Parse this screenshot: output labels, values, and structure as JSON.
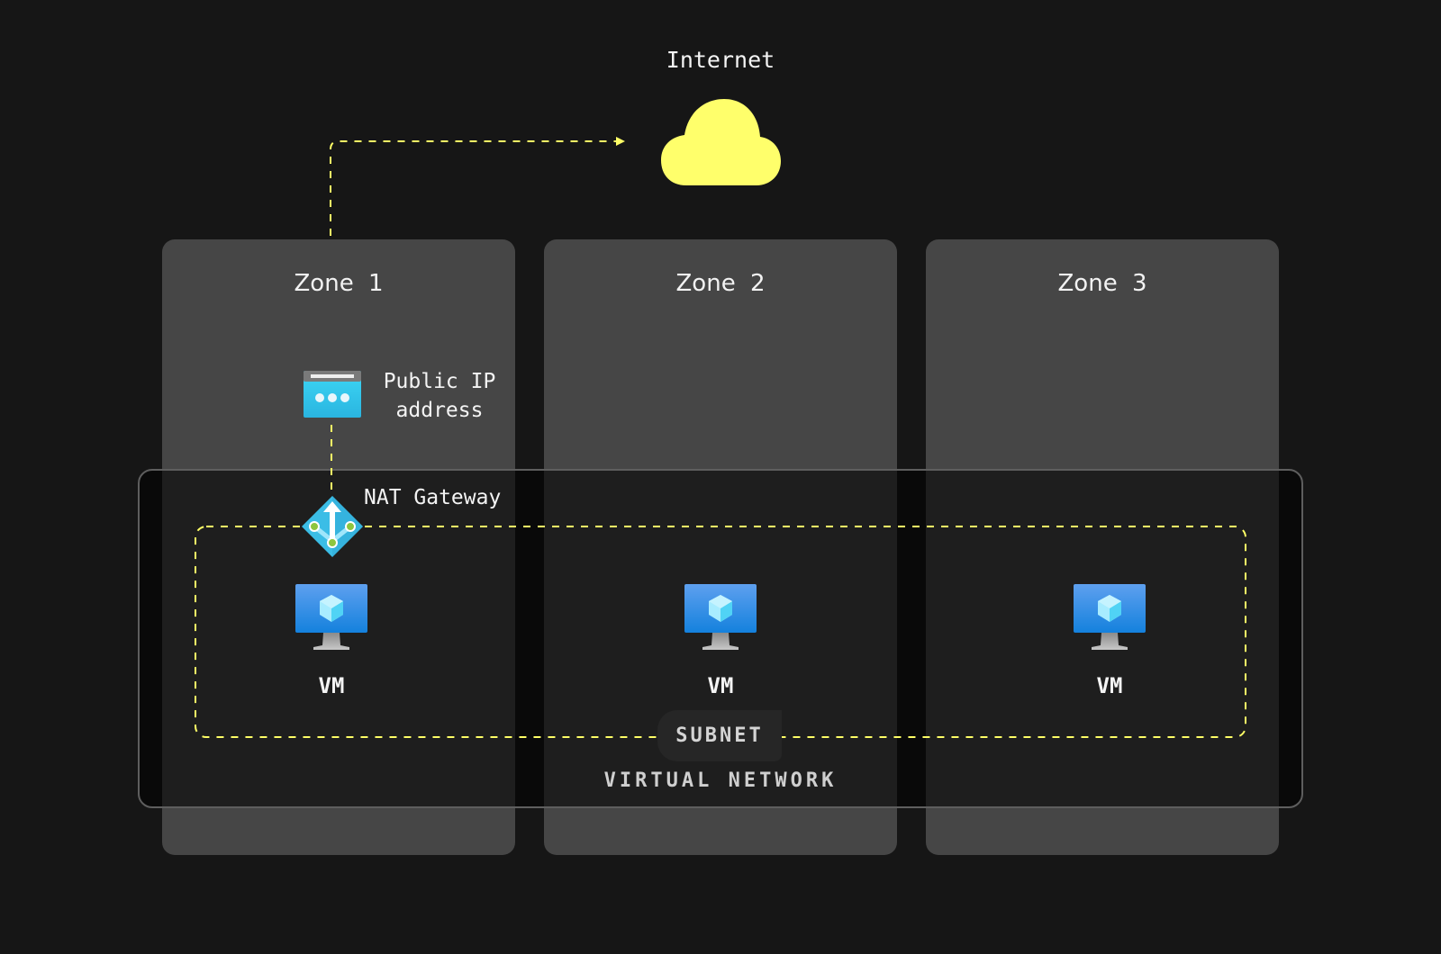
{
  "internet": {
    "label": "Internet",
    "icon": "cloud-icon"
  },
  "zones": [
    {
      "label": "Zone 1"
    },
    {
      "label": "Zone 2"
    },
    {
      "label": "Zone 3"
    }
  ],
  "public_ip": {
    "line1": "Public IP",
    "line2": "address",
    "icon": "public-ip-icon"
  },
  "nat_gateway": {
    "label": "NAT Gateway",
    "icon": "nat-gateway-icon"
  },
  "vms": [
    {
      "label": "VM",
      "icon": "virtual-machine-icon"
    },
    {
      "label": "VM",
      "icon": "virtual-machine-icon"
    },
    {
      "label": "VM",
      "icon": "virtual-machine-icon"
    }
  ],
  "subnet": {
    "label": "SUBNET"
  },
  "virtual_network": {
    "label": "VIRTUAL NETWORK"
  },
  "colors": {
    "background": "#161616",
    "zone": "#464646",
    "accent_yellow": "#ffff66",
    "azure_blue": "#3cc8eb"
  }
}
